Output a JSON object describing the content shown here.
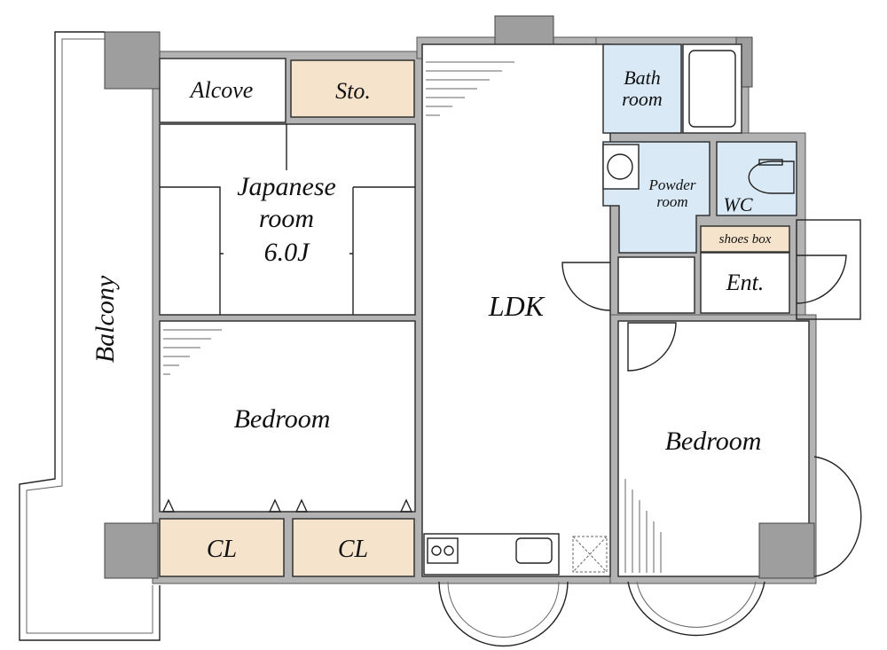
{
  "floor_plan": {
    "rooms": {
      "alcove": "Alcove",
      "storage": "Sto.",
      "japanese_room": [
        "Japanese",
        "room",
        "6.0J"
      ],
      "bedroom_left": "Bedroom",
      "closet_1": "CL",
      "closet_2": "CL",
      "balcony": "Balcony",
      "ldk": "LDK",
      "bath_room": [
        "Bath",
        "room"
      ],
      "powder_room": [
        "Powder",
        "room"
      ],
      "wc": "WC",
      "shoes_box": "shoes box",
      "entrance": "Ent.",
      "bedroom_right": "Bedroom"
    },
    "colors": {
      "wet_area": "#d9eaf6",
      "storage": "#f6e3cb",
      "wall": "#b3b3b3"
    }
  }
}
